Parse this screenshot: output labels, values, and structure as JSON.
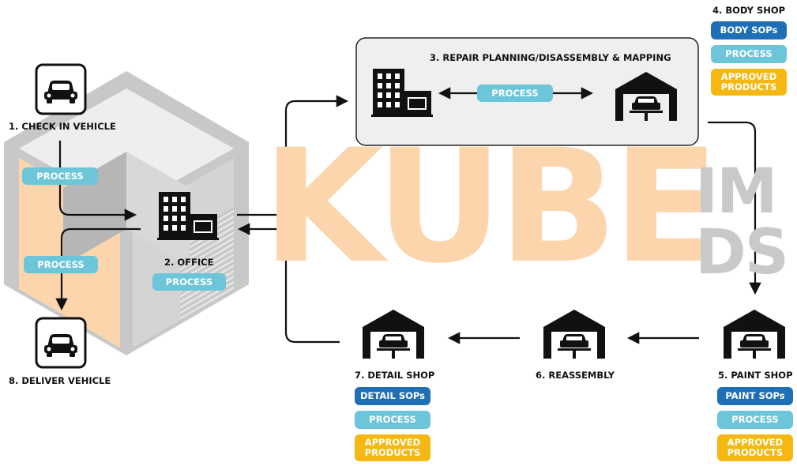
{
  "watermark": {
    "main": "KUBE",
    "line1": "IM",
    "line2": "DS"
  },
  "nodes": {
    "check_in": {
      "label": "1. CHECK IN VEHICLE"
    },
    "office": {
      "label": "2. OFFICE",
      "process": "PROCESS"
    },
    "repair": {
      "label": "3. REPAIR PLANNING/DISASSEMBLY & MAPPING",
      "process": "PROCESS"
    },
    "body_shop": {
      "label": "4. BODY SHOP",
      "sops": "BODY SOPs",
      "process": "PROCESS",
      "approved_1": "APPROVED",
      "approved_2": "PRODUCTS"
    },
    "paint_shop": {
      "label": "5. PAINT SHOP",
      "sops": "PAINT SOPs",
      "process": "PROCESS",
      "approved_1": "APPROVED",
      "approved_2": "PRODUCTS"
    },
    "reassembly": {
      "label": "6. REASSEMBLY"
    },
    "detail_shop": {
      "label": "7. DETAIL SHOP",
      "sops": "DETAIL SOPs",
      "process": "PROCESS",
      "approved_1": "APPROVED",
      "approved_2": "PRODUCTS"
    },
    "deliver": {
      "label": "8. DELIVER VEHICLE"
    }
  },
  "flow": {
    "checkin_process": "PROCESS",
    "deliver_process": "PROCESS"
  },
  "colors": {
    "process": "#6cc5d9",
    "sop": "#1f6fb6",
    "approved": "#f5b712",
    "watermark": "#fcd5ad",
    "cube_gray": "#c8c8c8",
    "cube_orange": "#fcd5ad"
  },
  "icons": [
    "car-icon",
    "office-building-icon",
    "garage-lift-icon"
  ]
}
